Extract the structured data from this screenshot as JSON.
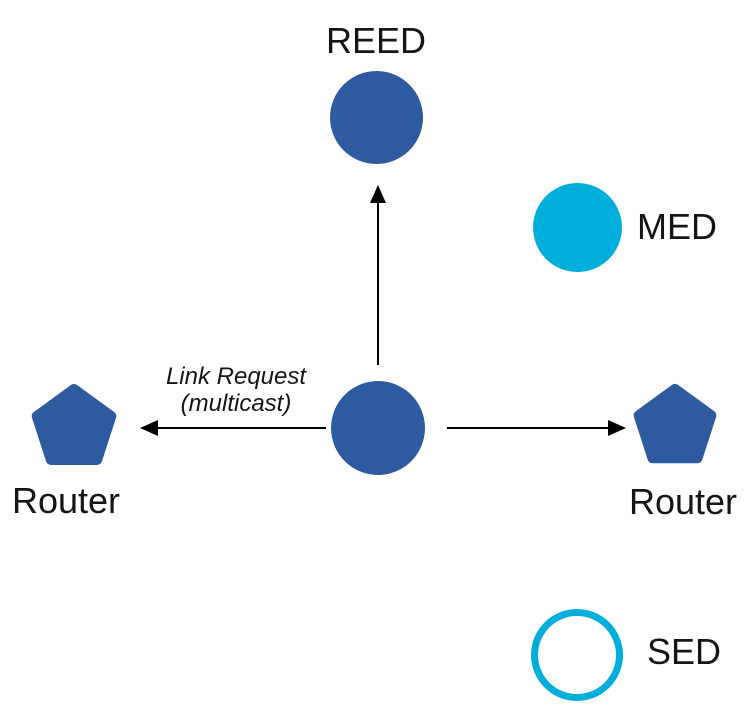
{
  "labels": {
    "reed": "REED",
    "med": "MED",
    "sed": "SED",
    "router_left": "Router",
    "router_right": "Router"
  },
  "annotation": {
    "line1": "Link Request",
    "line2": "(multicast)"
  },
  "colors": {
    "node_fill": "#2E5AA0",
    "med_fill": "#00AEDC",
    "sed_ring": "#00AEDC",
    "arrow": "#000000",
    "text": "#151515",
    "background": "#FFFFFF"
  },
  "icons": {
    "router": "pentagon-icon",
    "end_device": "filled-circle-icon",
    "sleepy_end_device": "outlined-circle-icon",
    "arrows": [
      "up-arrow-icon",
      "left-arrow-icon",
      "right-arrow-icon"
    ]
  }
}
